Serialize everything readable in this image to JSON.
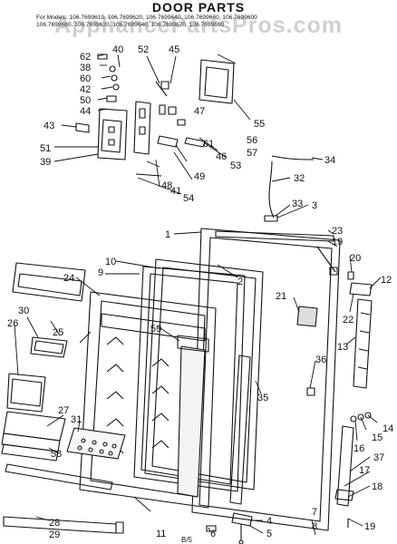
{
  "header": {
    "title": "DOOR PARTS",
    "models_line_1": "For Models: 106.7699610, 106.7699620, 106.7699640, 106.7699660, 106.7699600",
    "models_line_2": "106.7699680, 106.7699620, 106.7699640, 106.7699670, 106.7699690"
  },
  "watermark": "AppliancePartsPros.com",
  "footer_code": "B/5",
  "callouts": [
    "1",
    "2",
    "3",
    "4",
    "5",
    "6",
    "7",
    "8",
    "9",
    "10",
    "11",
    "12",
    "13",
    "14",
    "15",
    "16",
    "17",
    "18",
    "19",
    "20",
    "21",
    "22",
    "23",
    "24",
    "25",
    "26",
    "27",
    "28",
    "29",
    "30",
    "31",
    "32",
    "33",
    "34",
    "35",
    "36",
    "37",
    "38",
    "39",
    "40",
    "41",
    "42",
    "43",
    "44",
    "45",
    "46",
    "47",
    "48",
    "49",
    "50",
    "51",
    "52",
    "53",
    "54",
    "55",
    "56",
    "57",
    "58",
    "59",
    "60",
    "61",
    "62"
  ]
}
